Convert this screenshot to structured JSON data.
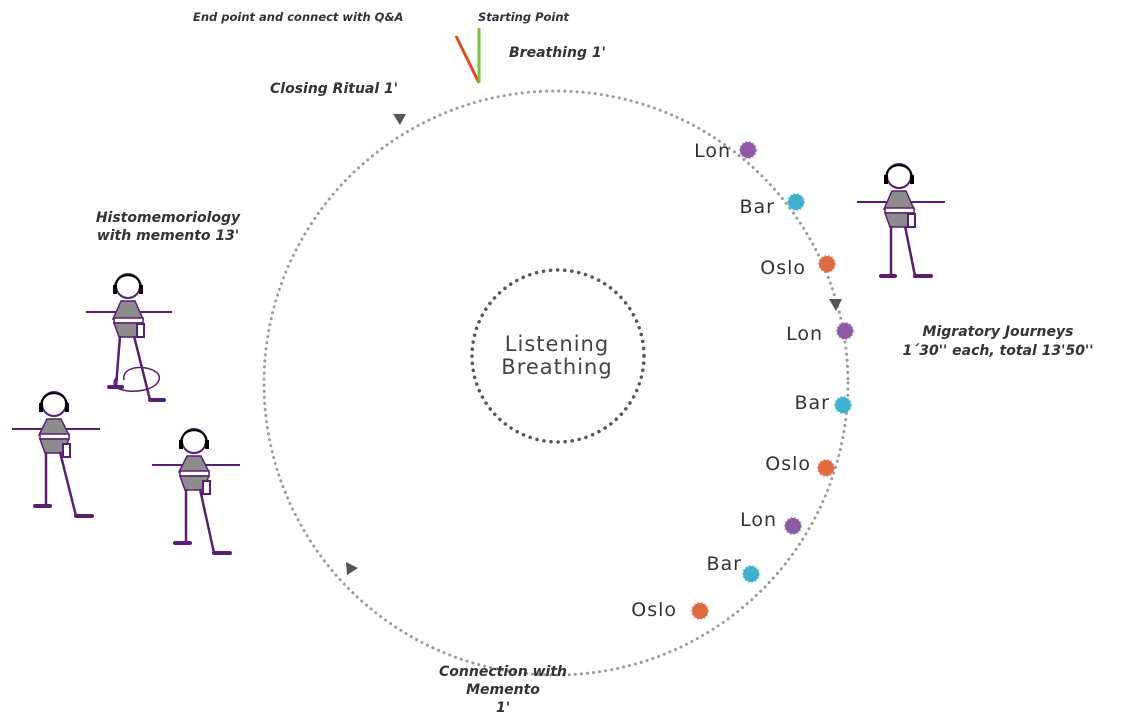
{
  "labels": {
    "end_point": "End point and connect with Q&A",
    "starting_point": "Starting Point",
    "breathing": "Breathing 1'",
    "closing_ritual": "Closing Ritual  1'",
    "histo_line1": "Histomemoriology",
    "histo_line2": "with memento 13'",
    "migratory_line1": "Migratory Journeys",
    "migratory_line2": "1´30'' each, total 13'50''",
    "connection_line1": "Connection with",
    "connection_line2": "Memento",
    "connection_line3": "1'",
    "center_line1": "Listening",
    "center_line2": "Breathing"
  },
  "stations": [
    {
      "name": "Lon",
      "color": "#8e5aa6"
    },
    {
      "name": "Bar",
      "color": "#3fb1cf"
    },
    {
      "name": "Oslo",
      "color": "#e06a42"
    },
    {
      "name": "Lon",
      "color": "#8e5aa6"
    },
    {
      "name": "Bar",
      "color": "#3fb1cf"
    },
    {
      "name": "Oslo",
      "color": "#e06a42"
    },
    {
      "name": "Lon",
      "color": "#8e5aa6"
    },
    {
      "name": "Bar",
      "color": "#3fb1cf"
    },
    {
      "name": "Oslo",
      "color": "#e06a42"
    }
  ],
  "colors": {
    "figure": "#5a1e6e",
    "figure_body": "#8c8c8c",
    "end_line": "#e04a1a",
    "start_line": "#7cc242",
    "dots": "#9a9a9a",
    "center_dots": "#555555"
  }
}
